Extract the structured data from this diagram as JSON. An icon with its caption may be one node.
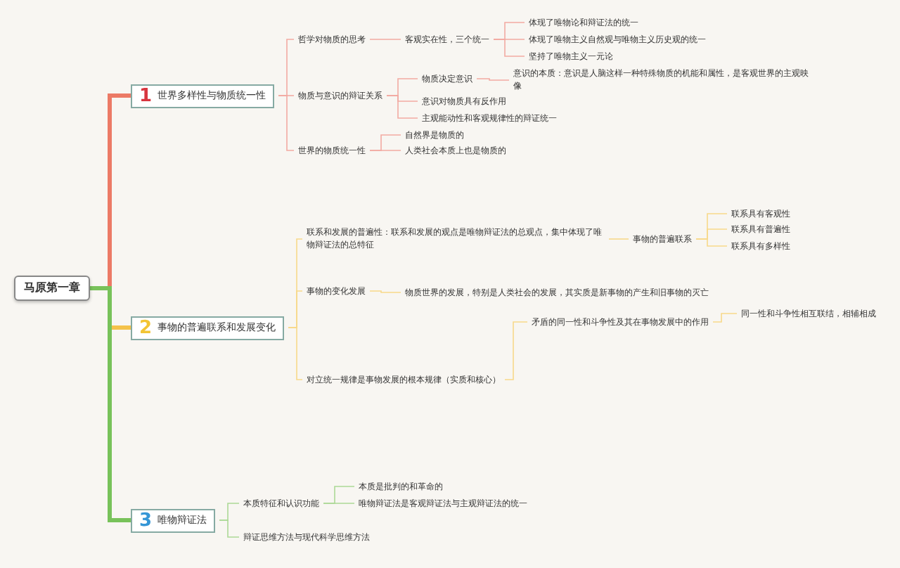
{
  "diagram": {
    "nodes": [
      {
        "text": [
          "马原第一章"
        ]
      },
      {
        "text": [
          "1",
          "世界多样性与物质统一性"
        ]
      },
      {
        "text": [
          "哲学对物质的思考"
        ]
      },
      {
        "text": [
          "客观实在性，三个统一"
        ]
      },
      {
        "text": [
          "体现了唯物论和辩证法的统一"
        ]
      },
      {
        "text": [
          "体现了唯物主义自然观与唯物主义历史观的统一"
        ]
      },
      {
        "text": [
          "坚持了唯物主义一元论"
        ]
      },
      {
        "text": [
          "物质与意识的辩证关系"
        ]
      },
      {
        "text": [
          "物质决定意识"
        ]
      },
      {
        "text": [
          "意识的本质：意识是人脑这样一种特殊物质的机能和属性，是客观世界的主观映像"
        ]
      },
      {
        "text": [
          "意识对物质具有反作用"
        ]
      },
      {
        "text": [
          "主观能动性和客观规律性的辩证统一"
        ]
      },
      {
        "text": [
          "世界的物质统一性"
        ]
      },
      {
        "text": [
          "自然界是物质的"
        ]
      },
      {
        "text": [
          "人类社会本质上也是物质的"
        ]
      },
      {
        "text": [
          "2",
          "事物的普遍联系和发展变化"
        ]
      },
      {
        "text": [
          "联系和发展的普遍性：联系和发展的观点是唯物辩证法的总观点，集中体现了唯物辩证法的总特征"
        ]
      },
      {
        "text": [
          "事物的普遍联系"
        ]
      },
      {
        "text": [
          "联系具有客观性"
        ]
      },
      {
        "text": [
          "联系具有普遍性"
        ]
      },
      {
        "text": [
          "联系具有多样性"
        ]
      },
      {
        "text": [
          "事物的变化发展"
        ]
      },
      {
        "text": [
          "物质世界的发展，特别是人类社会的发展，其实质是新事物的产生和旧事物的灭亡"
        ]
      },
      {
        "text": [
          "对立统一规律是事物发展的根本规律（实质和核心）"
        ]
      },
      {
        "text": [
          "矛盾的同一性和斗争性及其在事物发展中的作用"
        ]
      },
      {
        "text": [
          "同一性和斗争性相互联结，相辅相成"
        ]
      },
      {
        "text": [
          "3",
          "唯物辩证法"
        ]
      },
      {
        "text": [
          "本质特征和认识功能"
        ]
      },
      {
        "text": [
          "本质是批判的和革命的"
        ]
      },
      {
        "text": [
          "唯物辩证法是客观辩证法与主观辩证法的统一"
        ]
      },
      {
        "text": [
          "辩证思维方法与现代科学思维方法"
        ]
      }
    ],
    "edges": [
      {
        "from": 0,
        "to": 1,
        "arrow": "none",
        "style": "thick",
        "color": "#ec7a66"
      },
      {
        "from": 0,
        "to": 15,
        "arrow": "none",
        "style": "thick",
        "color": "#f4c24a"
      },
      {
        "from": 0,
        "to": 26,
        "arrow": "none",
        "style": "thick",
        "color": "#78c25a"
      },
      {
        "from": 1,
        "to": 2,
        "arrow": "none",
        "color": "#f2aaa2"
      },
      {
        "from": 2,
        "to": 3,
        "arrow": "none",
        "color": "#f2aaa2"
      },
      {
        "from": 3,
        "to": 4,
        "arrow": "none",
        "color": "#f2aaa2"
      },
      {
        "from": 3,
        "to": 5,
        "arrow": "none",
        "color": "#f2aaa2"
      },
      {
        "from": 3,
        "to": 6,
        "arrow": "none",
        "color": "#f2aaa2"
      },
      {
        "from": 1,
        "to": 7,
        "arrow": "none",
        "color": "#f2aaa2"
      },
      {
        "from": 7,
        "to": 8,
        "arrow": "none",
        "color": "#f2aaa2"
      },
      {
        "from": 8,
        "to": 9,
        "arrow": "none",
        "color": "#f2aaa2"
      },
      {
        "from": 7,
        "to": 10,
        "arrow": "none",
        "color": "#f2aaa2"
      },
      {
        "from": 7,
        "to": 11,
        "arrow": "none",
        "color": "#f2aaa2"
      },
      {
        "from": 1,
        "to": 12,
        "arrow": "none",
        "color": "#f2aaa2"
      },
      {
        "from": 12,
        "to": 13,
        "arrow": "none",
        "color": "#f2aaa2"
      },
      {
        "from": 12,
        "to": 14,
        "arrow": "none",
        "color": "#f2aaa2"
      },
      {
        "from": 15,
        "to": 16,
        "arrow": "none",
        "color": "#f7d98a"
      },
      {
        "from": 16,
        "to": 17,
        "arrow": "none",
        "color": "#f7d98a"
      },
      {
        "from": 17,
        "to": 18,
        "arrow": "none",
        "color": "#f7d98a"
      },
      {
        "from": 17,
        "to": 19,
        "arrow": "none",
        "color": "#f7d98a"
      },
      {
        "from": 17,
        "to": 20,
        "arrow": "none",
        "color": "#f7d98a"
      },
      {
        "from": 15,
        "to": 21,
        "arrow": "none",
        "color": "#f7d98a"
      },
      {
        "from": 21,
        "to": 22,
        "arrow": "none",
        "color": "#f7d98a"
      },
      {
        "from": 15,
        "to": 23,
        "arrow": "none",
        "color": "#f7d98a"
      },
      {
        "from": 23,
        "to": 24,
        "arrow": "none",
        "color": "#f7d98a"
      },
      {
        "from": 24,
        "to": 25,
        "arrow": "none",
        "color": "#f7d98a"
      },
      {
        "from": 26,
        "to": 27,
        "arrow": "none",
        "color": "#acd996"
      },
      {
        "from": 27,
        "to": 28,
        "arrow": "none",
        "color": "#acd996"
      },
      {
        "from": 27,
        "to": 29,
        "arrow": "none",
        "color": "#acd996"
      },
      {
        "from": 26,
        "to": 30,
        "arrow": "none",
        "color": "#acd996"
      }
    ]
  }
}
